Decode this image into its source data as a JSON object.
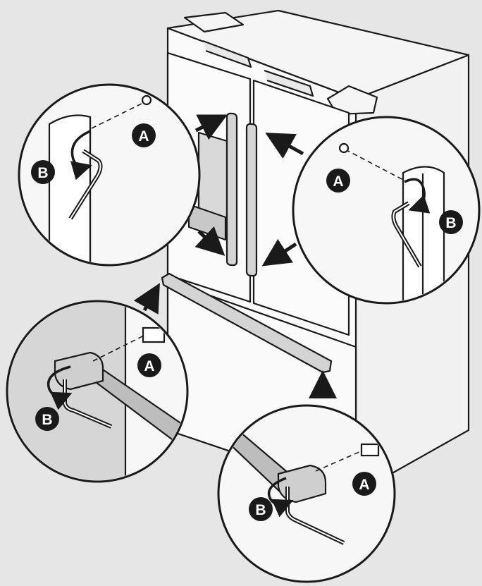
{
  "callouts": {
    "upper_left": {
      "a": "A",
      "b": "B"
    },
    "upper_right": {
      "a": "A",
      "b": "B"
    },
    "lower_left": {
      "a": "A",
      "b": "B"
    },
    "lower_right": {
      "a": "A",
      "b": "B"
    }
  },
  "colors": {
    "background": "#e6e6e6",
    "outline": "#1a1a1a",
    "panel": "#f7f7f7",
    "shade": "#bdbdbd",
    "label_fill": "#1a1a1a",
    "label_text": "#ffffff"
  }
}
